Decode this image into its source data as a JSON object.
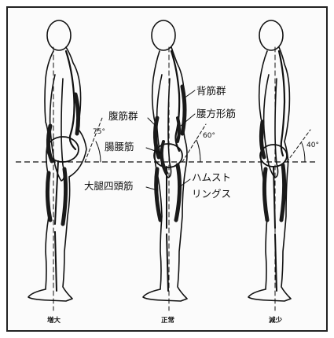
{
  "figure": {
    "labels": {
      "back_muscles": "背筋群",
      "abdominal_muscles": "腹筋群",
      "quadratus_lumborum": "腰方形筋",
      "iliopsoas": "腸腰筋",
      "quadriceps": "大腿四頭筋",
      "hamstrings_line1": "ハムスト",
      "hamstrings_line2": "リングス"
    },
    "angles": {
      "left": "75°",
      "center": "60°",
      "right": "40°"
    },
    "captions": {
      "left": "増大",
      "center": "正常",
      "right": "減少"
    }
  },
  "colors": {
    "ink": "#111111",
    "muscle": "#1a1a1a",
    "background": "#fbfbfb"
  }
}
